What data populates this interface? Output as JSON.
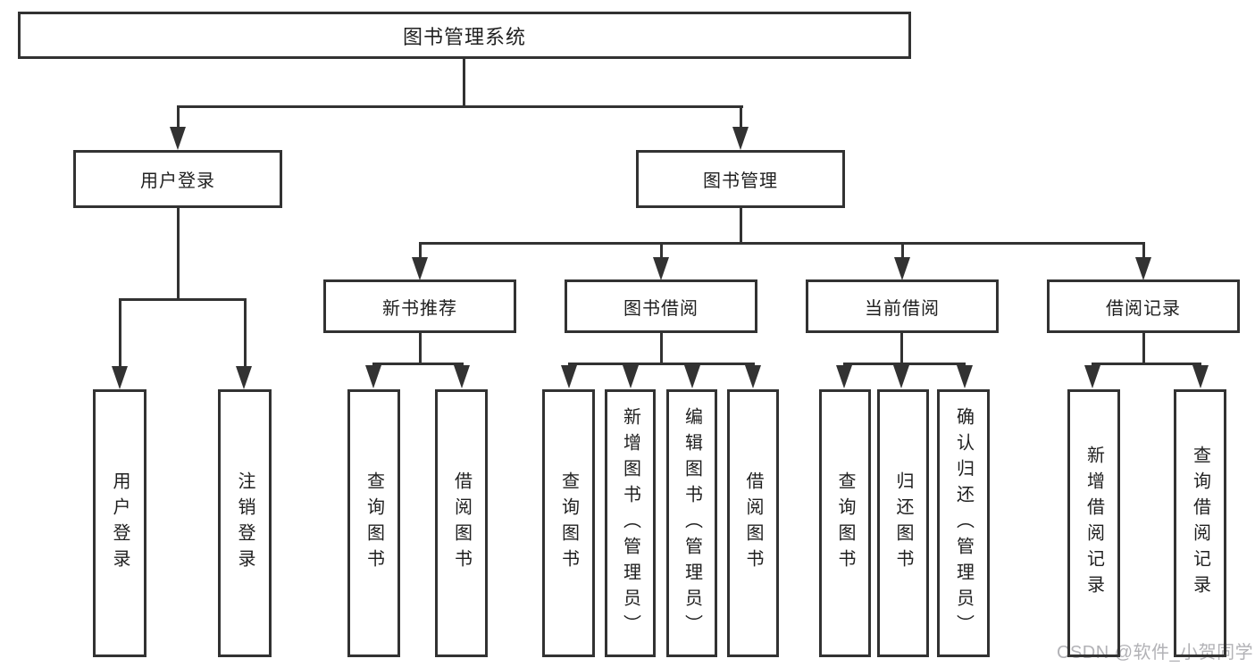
{
  "diagram": {
    "type": "tree",
    "root": {
      "label": "图书管理系统",
      "children": [
        {
          "label": "用户登录",
          "children": [
            {
              "label": "用户登录"
            },
            {
              "label": "注销登录"
            }
          ]
        },
        {
          "label": "图书管理",
          "children": [
            {
              "label": "新书推荐",
              "children": [
                {
                  "label": "查询图书"
                },
                {
                  "label": "借阅图书"
                }
              ]
            },
            {
              "label": "图书借阅",
              "children": [
                {
                  "label": "查询图书"
                },
                {
                  "label": "新增图书（管理员）"
                },
                {
                  "label": "编辑图书（管理员）"
                },
                {
                  "label": "借阅图书"
                }
              ]
            },
            {
              "label": "当前借阅",
              "children": [
                {
                  "label": "查询图书"
                },
                {
                  "label": "归还图书"
                },
                {
                  "label": "确认归还（管理员）"
                }
              ]
            },
            {
              "label": "借阅记录",
              "children": [
                {
                  "label": "新增借阅记录"
                },
                {
                  "label": "查询借阅记录"
                }
              ]
            }
          ]
        }
      ]
    }
  },
  "watermark": {
    "text": "CSDN @软件_小贺同学",
    "color": "#b2b2b6"
  },
  "colors": {
    "line": "#323232",
    "text": "#1f1f1f",
    "background": "#ffffff"
  }
}
